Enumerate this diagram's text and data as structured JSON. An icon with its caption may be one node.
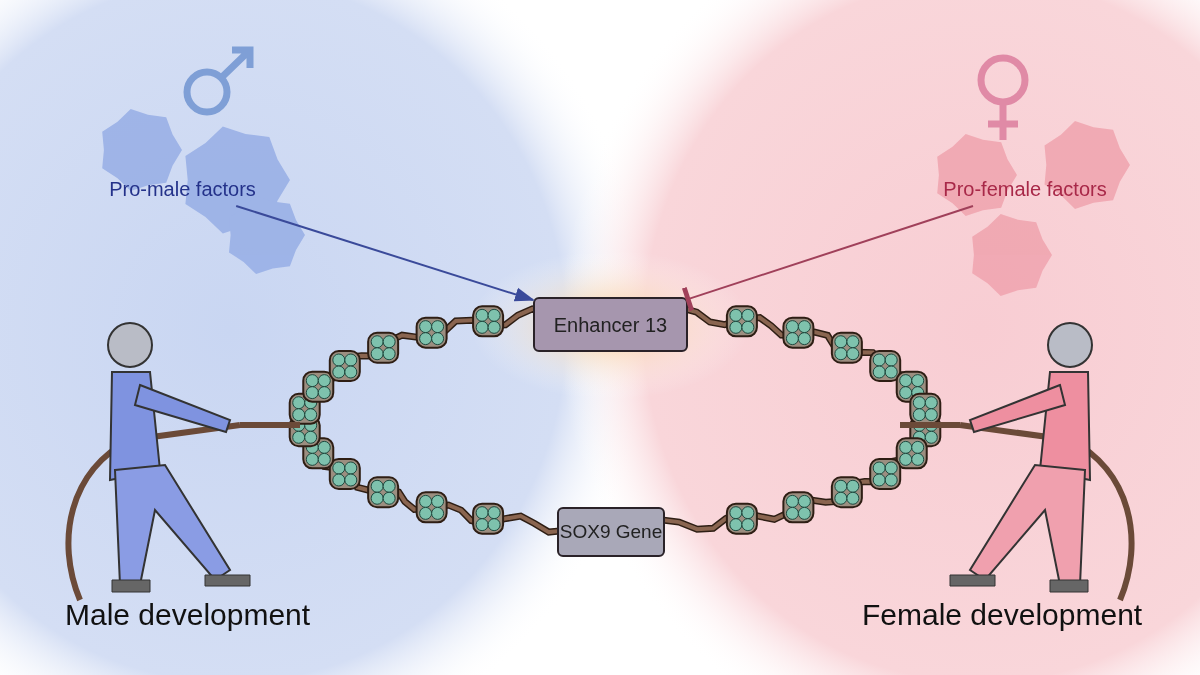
{
  "diagram": {
    "nodes": [
      {
        "text": [
          "Pro-male factors"
        ]
      },
      {
        "text": [
          "Pro-female factors"
        ]
      },
      {
        "text": [
          "Enhancer 13"
        ]
      },
      {
        "text": [
          "SOX9 Gene"
        ]
      }
    ],
    "edges": [
      {
        "from": 0,
        "to": 2,
        "arrow": "to",
        "color": "#3a4a9a"
      },
      {
        "from": 1,
        "to": 2,
        "arrow": "other",
        "color": "#a0405a"
      }
    ],
    "labels": [
      "Male development",
      "Female development"
    ]
  }
}
